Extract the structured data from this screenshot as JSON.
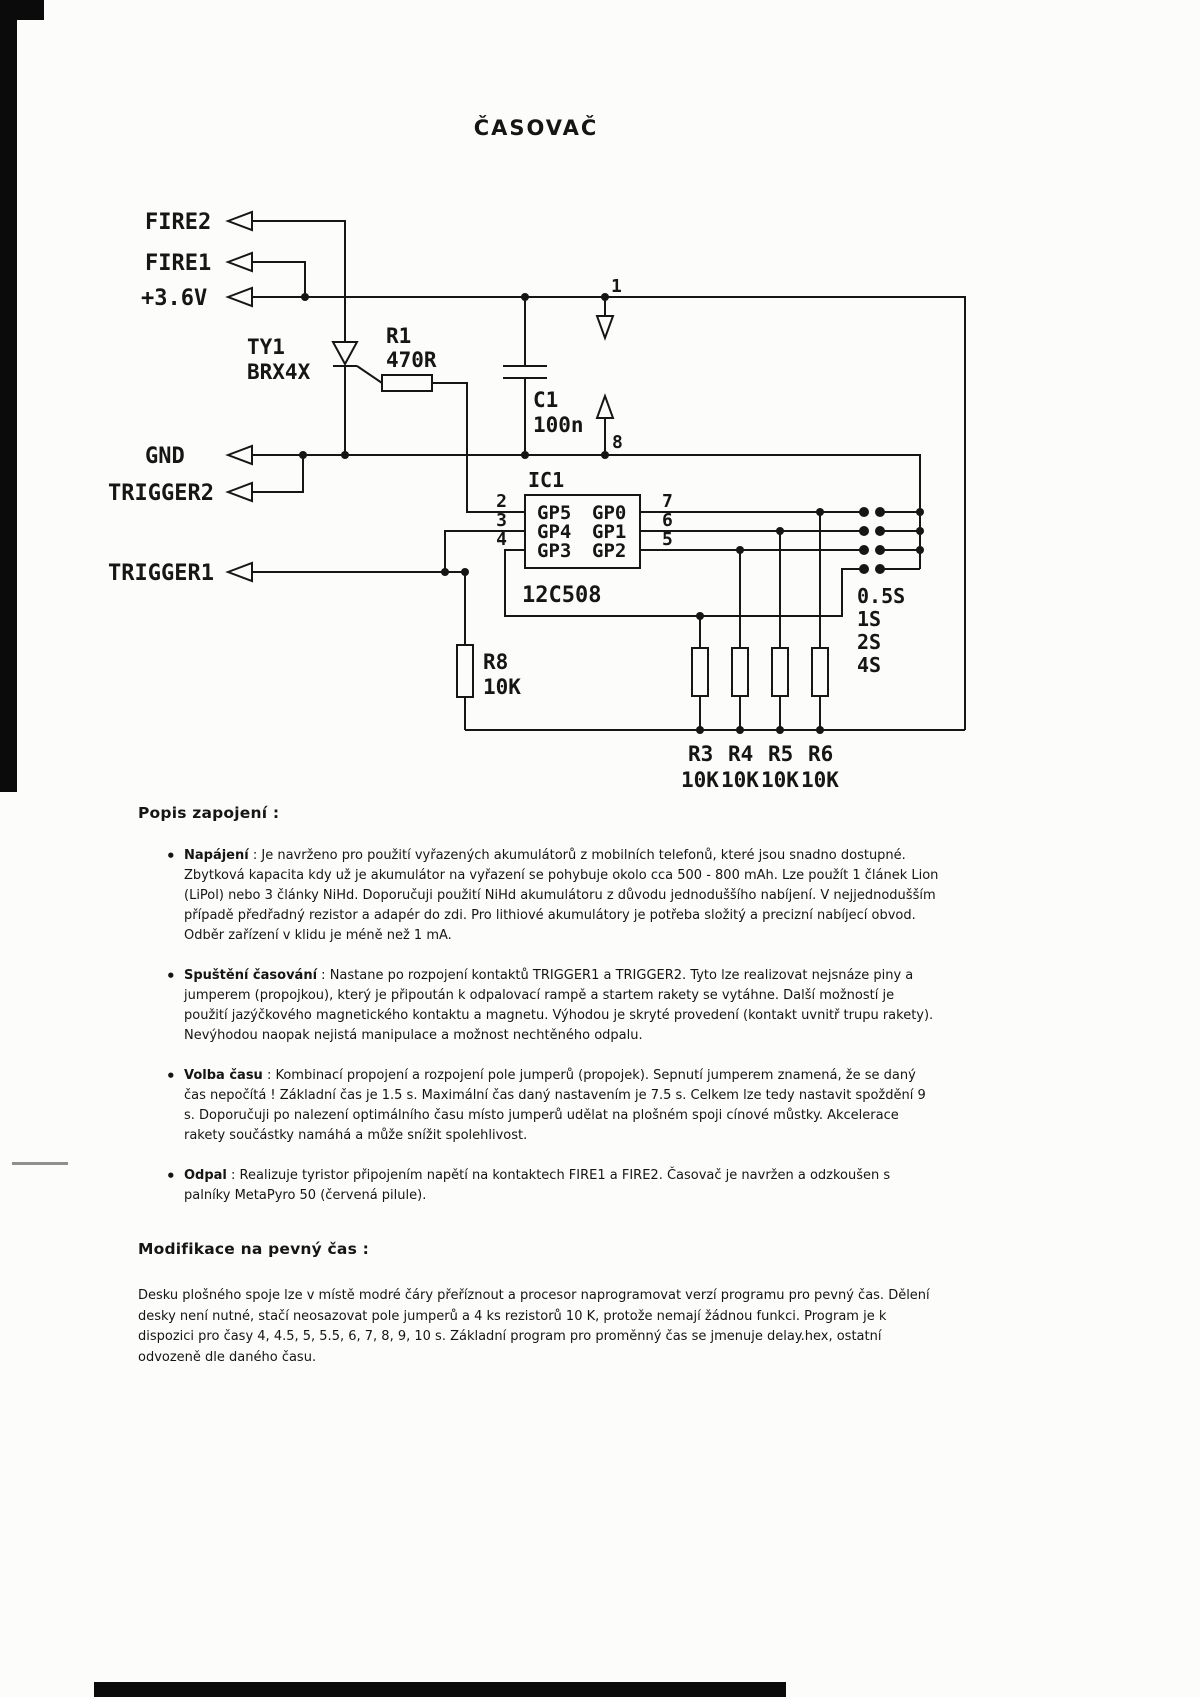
{
  "colors": {
    "paper": "#fcfcfa",
    "ink": "#151515"
  },
  "page": {
    "title": "ČASOVAČ"
  },
  "schematic": {
    "connectors": [
      {
        "label": "FIRE2"
      },
      {
        "label": "FIRE1"
      },
      {
        "label": "+3.6V"
      },
      {
        "label": "GND"
      },
      {
        "label": "TRIGGER2"
      },
      {
        "label": "TRIGGER1"
      }
    ],
    "components": {
      "ty1": {
        "ref": "TY1",
        "value": "BRX4X"
      },
      "r1": {
        "ref": "R1",
        "value": "470R"
      },
      "c1": {
        "ref": "C1",
        "value": "100n"
      },
      "r8": {
        "ref": "R8",
        "value": "10K"
      },
      "ic1": {
        "ref": "IC1",
        "part": "12C508",
        "rows": [
          [
            "GP5",
            "GP0"
          ],
          [
            "GP4",
            "GP1"
          ],
          [
            "GP3",
            "GP2"
          ]
        ],
        "pins_left": [
          "2",
          "3",
          "4"
        ],
        "pins_right": [
          "7",
          "6",
          "5"
        ],
        "pin_top": "1",
        "pin_bottom": "8"
      },
      "pull_resistors": {
        "refs": [
          "R3",
          "R4",
          "R5",
          "R6"
        ],
        "values": [
          "10K",
          "10K",
          "10K",
          "10K"
        ]
      }
    },
    "jumper_labels": [
      "0.5S",
      "1S",
      "2S",
      "4S"
    ]
  },
  "description": {
    "heading": "Popis zapojení :",
    "bullet": "•",
    "bullets": [
      {
        "lead": "Napájení",
        "text": " : Je navrženo pro použití vyřazených akumulátorů z mobilních telefonů, které jsou snadno dostupné. Zbytková kapacita kdy už je akumulátor na vyřazení se pohybuje okolo cca 500 - 800 mAh. Lze použít 1 článek Lion (LiPol) nebo 3 články NiHd. Doporučuji použití NiHd akumulátoru z důvodu jednoduššího nabíjení. V nejjednodušším případě předřadný rezistor a adapér do zdi. Pro lithiové akumulátory je potřeba složitý a precizní nabíjecí obvod. Odběr zařízení v klidu je méně než 1 mA."
      },
      {
        "lead": "Spuštění časování",
        "text": " : Nastane po rozpojení kontaktů TRIGGER1 a TRIGGER2. Tyto lze realizovat nejsnáze piny a jumperem (propojkou), který je připoután k odpalovací rampě a startem rakety se vytáhne. Další možností je použití jazýčkového magnetického kontaktu a magnetu. Výhodou je skryté provedení (kontakt uvnitř trupu rakety). Nevýhodou naopak nejistá manipulace a možnost nechtěného odpalu."
      },
      {
        "lead": "Volba času",
        "text": " : Kombinací propojení a rozpojení pole jumperů (propojek). Sepnutí jumperem znamená, že se daný čas nepočítá ! Základní čas je 1.5 s. Maximální čas daný nastavením je 7.5 s. Celkem lze tedy nastavit spoždění 9 s. Doporučuji po nalezení optimálního času místo jumperů udělat na plošném spoji cínové můstky. Akcelerace rakety součástky namáhá a může snížit spolehlivost."
      },
      {
        "lead": "Odpal",
        "text": " : Realizuje tyristor připojením napětí na kontaktech FIRE1 a FIRE2. Časovač je navržen a odzkoušen s palníky MetaPyro 50 (červená pilule)."
      }
    ]
  },
  "modification": {
    "heading": "Modifikace na pevný čas :",
    "text": "Desku plošného spoje lze v místě modré čáry přeříznout a procesor naprogramovat verzí programu pro pevný čas. Dělení desky není nutné, stačí neosazovat pole jumperů a 4 ks rezistorů 10 K, protože nemají žádnou funkci. Program je k dispozici pro časy 4, 4.5, 5, 5.5, 6, 7, 8, 9, 10 s. Základní program pro proměnný čas se jmenuje delay.hex, ostatní odvozeně dle daného času."
  }
}
